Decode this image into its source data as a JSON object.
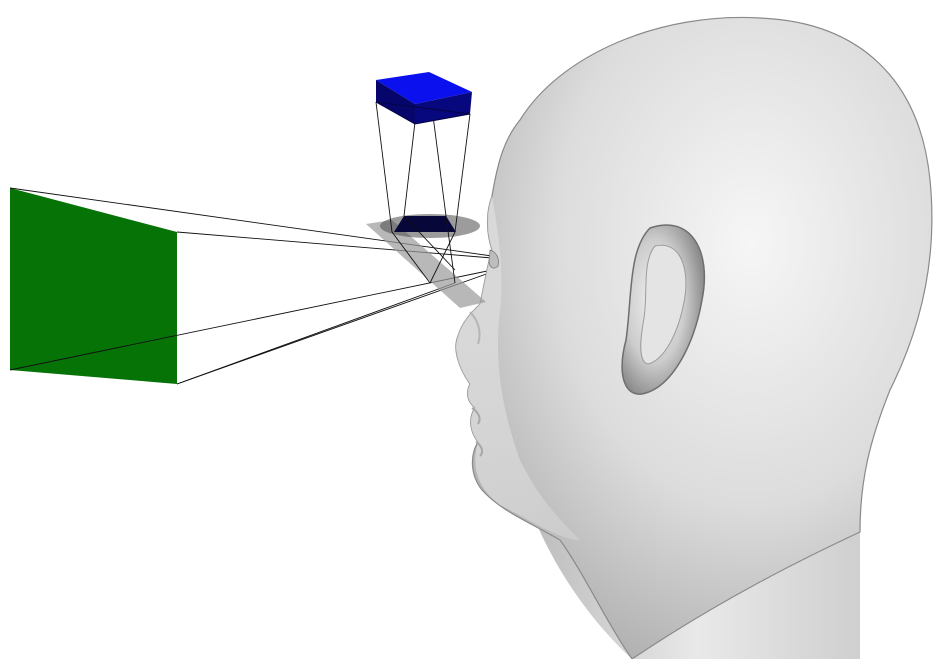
{
  "colors": {
    "background": "#ffffff",
    "virtual_image": "#067306",
    "display_top": "#0b10ef",
    "display_side": "#05056c",
    "display_bottom": "#07073a",
    "head_light": "#f2f2f2",
    "head_mid": "#cfcfcf",
    "head_dark": "#8f8f8f",
    "ray_line": "#111111",
    "combiner_glass": "#9a9a9a",
    "lens_ellipse": "#3a3a3a"
  },
  "components": [
    {
      "id": "virtual-image-plane",
      "icon": "green-quad-icon"
    },
    {
      "id": "microdisplay",
      "icon": "blue-box-icon"
    },
    {
      "id": "lens",
      "icon": "ellipse-icon"
    },
    {
      "id": "beam-combiner",
      "icon": "tilted-plate-icon"
    },
    {
      "id": "head",
      "icon": "head-profile-icon"
    }
  ]
}
